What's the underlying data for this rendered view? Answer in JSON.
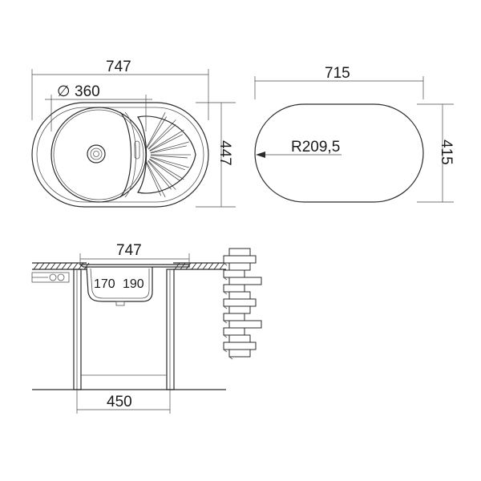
{
  "top_view": {
    "overall_width": "747",
    "bowl_diameter": "360",
    "diameter_symbol": "∅",
    "overall_depth": "447"
  },
  "cutout_view": {
    "width": "715",
    "radius": "R209,5",
    "depth": "415"
  },
  "section_view": {
    "overall_width": "747",
    "depth_a": "170",
    "depth_b": "190",
    "cabinet_width": "450"
  },
  "colors": {
    "ink": "#2b2b2b",
    "background": "#ffffff"
  }
}
